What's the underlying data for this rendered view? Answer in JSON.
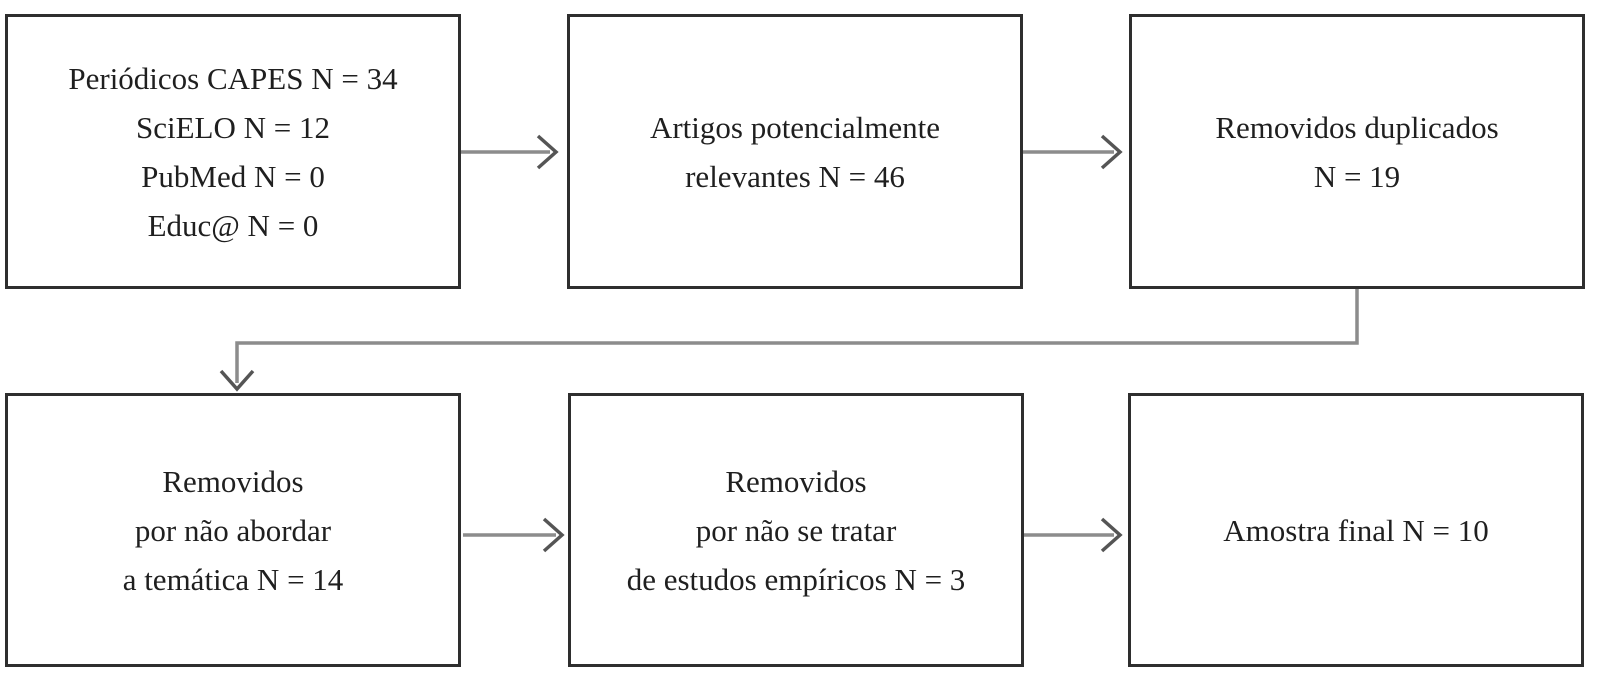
{
  "diagram": {
    "type": "flowchart",
    "description": "Literature review selection flow diagram (PRISMA-style), Portuguese",
    "boxes": [
      {
        "id": "search-sources",
        "lines": [
          "Periódicos CAPES N = 34",
          "SciELO N = 12",
          "PubMed N = 0",
          "Educ@ N = 0"
        ]
      },
      {
        "id": "potentially-relevant",
        "lines": [
          "Artigos potencialmente",
          "relevantes N = 46"
        ]
      },
      {
        "id": "duplicates-removed",
        "lines": [
          "Removidos duplicados",
          "N = 19"
        ]
      },
      {
        "id": "removed-offtopic",
        "lines": [
          "Removidos",
          "por não abordar",
          "a temática N = 14"
        ]
      },
      {
        "id": "removed-nonempirical",
        "lines": [
          "Removidos",
          "por não se tratar",
          "de estudos empíricos N = 3"
        ]
      },
      {
        "id": "final-sample",
        "lines": [
          "Amostra final N = 10"
        ]
      }
    ],
    "arrows": [
      {
        "from": "search-sources",
        "to": "potentially-relevant"
      },
      {
        "from": "potentially-relevant",
        "to": "duplicates-removed"
      },
      {
        "from": "duplicates-removed",
        "to": "removed-offtopic"
      },
      {
        "from": "removed-offtopic",
        "to": "removed-nonempirical"
      },
      {
        "from": "removed-nonempirical",
        "to": "final-sample"
      }
    ],
    "colors": {
      "bg": "#ffffff",
      "box_fill": "#ffffff",
      "border": "#2e2e2e",
      "text": "#1f1f1f",
      "arrow": "#8c8c8c",
      "arrowhead": "#555555"
    }
  }
}
